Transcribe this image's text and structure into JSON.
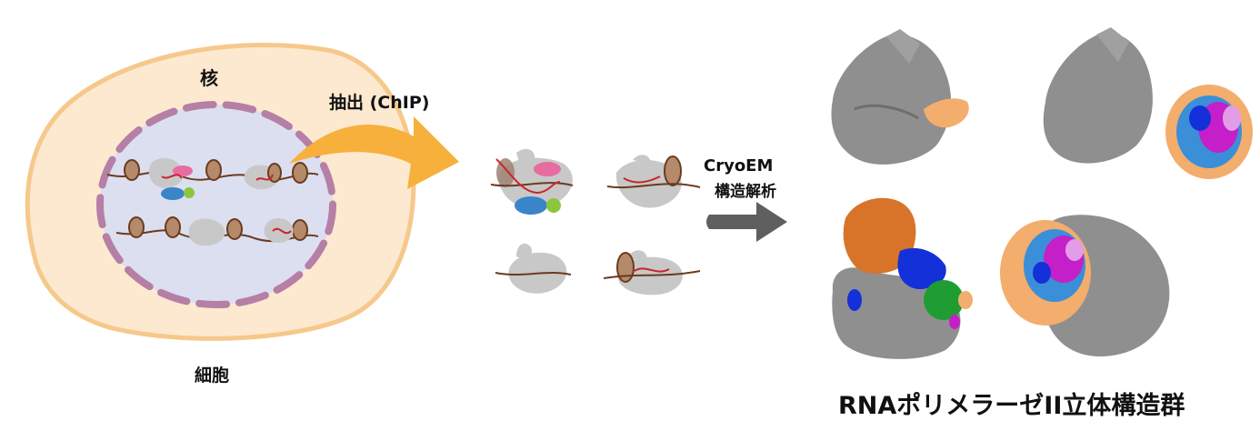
{
  "labels": {
    "nucleus": "核",
    "cell": "細胞",
    "extraction": "抽出 (ChIP)",
    "method_line1": "CryoEM",
    "method_line2": "構造解析",
    "result_title": "RNAポリメラーゼII立体構造群"
  },
  "colors": {
    "cell_fill": "#fde9cf",
    "cell_stroke": "#f6c88b",
    "nucleus_fill": "#dcdff0",
    "nucleus_dash": "#b57fa6",
    "arrow_orange": "#f7b03c",
    "arrow_gray": "#5f5f5f",
    "pol_gray": "#c8c8c8",
    "dna_brown": "#6b3b1f",
    "rna_red": "#c9252b",
    "factor_pink": "#e76ca0",
    "factor_blue": "#3a84c9",
    "factor_green": "#8cc63f",
    "histone_orange": "#f3ad6c",
    "structure_gray": "#8a8a8a",
    "protein_blue": "#1430d8",
    "protein_green": "#1f9d33",
    "protein_orange": "#d8742a",
    "protein_magenta": "#c41fc9"
  }
}
